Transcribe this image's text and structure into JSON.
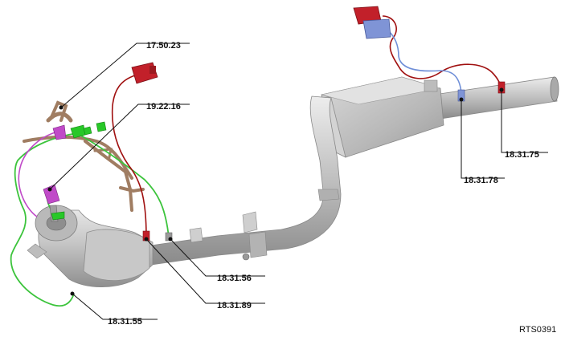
{
  "callouts": {
    "c_17_50_23": "17.50.23",
    "c_19_22_16": "19.22.16",
    "c_18_31_75": "18.31.75",
    "c_18_31_78": "18.31.78",
    "c_18_31_56": "18.31.56",
    "c_18_31_89": "18.31.89",
    "c_18_31_55": "18.31.55"
  },
  "reference": "RTS0391",
  "colors": {
    "metal": "#bdbdbd",
    "metal_dark": "#8d8d8d",
    "harness_brown": "#a07d62",
    "wire_green": "#3cc43c",
    "wire_red": "#a01010",
    "connector_red": "#c2202a",
    "connector_blue": "#7f94d6",
    "wire_blue": "#6f8fd8",
    "clip_magenta": "#c04ac8",
    "connector_green": "#28c828"
  }
}
